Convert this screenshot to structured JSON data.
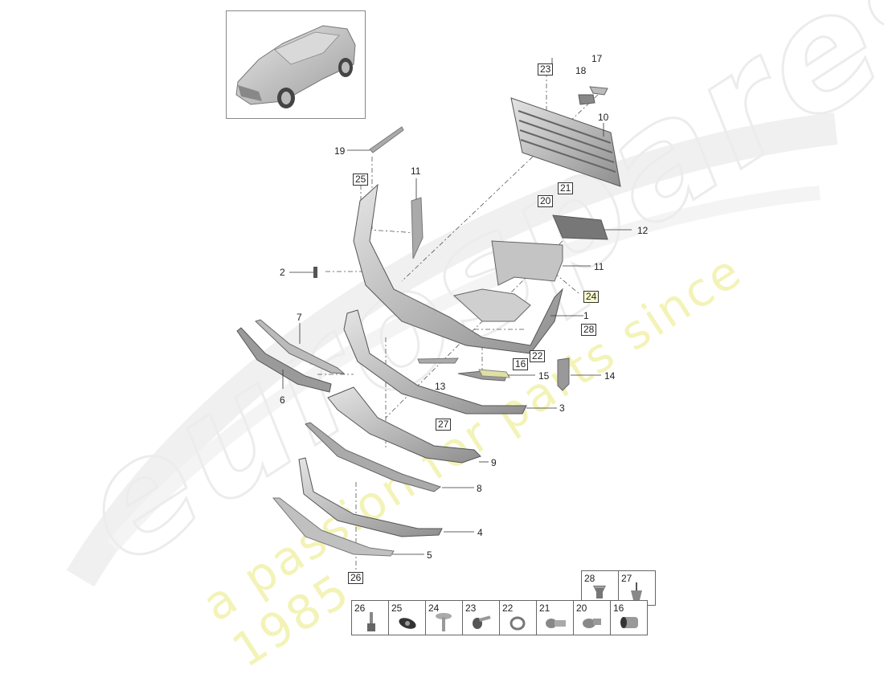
{
  "watermark": {
    "brand": "eurospares",
    "tagline": "a passion for parts since 1985"
  },
  "thumbnail": {
    "alt": "vehicle-overview-thumbnail"
  },
  "callouts": {
    "plain": [
      {
        "id": "1",
        "text": "1"
      },
      {
        "id": "2",
        "text": "2"
      },
      {
        "id": "3",
        "text": "3"
      },
      {
        "id": "4",
        "text": "4"
      },
      {
        "id": "5",
        "text": "5"
      },
      {
        "id": "6",
        "text": "6"
      },
      {
        "id": "7",
        "text": "7"
      },
      {
        "id": "8",
        "text": "8"
      },
      {
        "id": "9",
        "text": "9"
      },
      {
        "id": "10",
        "text": "10"
      },
      {
        "id": "11a",
        "text": "11"
      },
      {
        "id": "11b",
        "text": "11"
      },
      {
        "id": "12",
        "text": "12"
      },
      {
        "id": "13",
        "text": "13"
      },
      {
        "id": "14",
        "text": "14"
      },
      {
        "id": "15",
        "text": "15"
      },
      {
        "id": "17",
        "text": "17"
      },
      {
        "id": "18",
        "text": "18"
      },
      {
        "id": "19",
        "text": "19"
      }
    ],
    "boxed": [
      {
        "id": "16",
        "text": "16"
      },
      {
        "id": "20",
        "text": "20"
      },
      {
        "id": "21",
        "text": "21"
      },
      {
        "id": "22",
        "text": "22"
      },
      {
        "id": "23",
        "text": "23"
      },
      {
        "id": "24",
        "text": "24"
      },
      {
        "id": "25",
        "text": "25"
      },
      {
        "id": "26",
        "text": "26"
      },
      {
        "id": "27",
        "text": "27"
      },
      {
        "id": "28",
        "text": "28"
      }
    ]
  },
  "fastener_table": {
    "top_row": [
      {
        "num": "28",
        "icon": "clip-nut-icon"
      },
      {
        "num": "27",
        "icon": "expanding-rivet-icon"
      }
    ],
    "bottom_row": [
      {
        "num": "26",
        "icon": "stud-bolt-icon"
      },
      {
        "num": "25",
        "icon": "washer-nut-icon"
      },
      {
        "num": "24",
        "icon": "push-rivet-icon"
      },
      {
        "num": "23",
        "icon": "flange-screw-icon"
      },
      {
        "num": "22",
        "icon": "grommet-ring-icon"
      },
      {
        "num": "21",
        "icon": "sensor-holder-icon"
      },
      {
        "num": "20",
        "icon": "sensor-icon"
      },
      {
        "num": "16",
        "icon": "sleeve-icon"
      }
    ]
  },
  "colors": {
    "line": "#333333",
    "part_fill": "#c8c8c8",
    "part_dark": "#8a8a8a",
    "highlight_box": "#fbfbd0",
    "watermark_tag": "#f3f3b8"
  }
}
